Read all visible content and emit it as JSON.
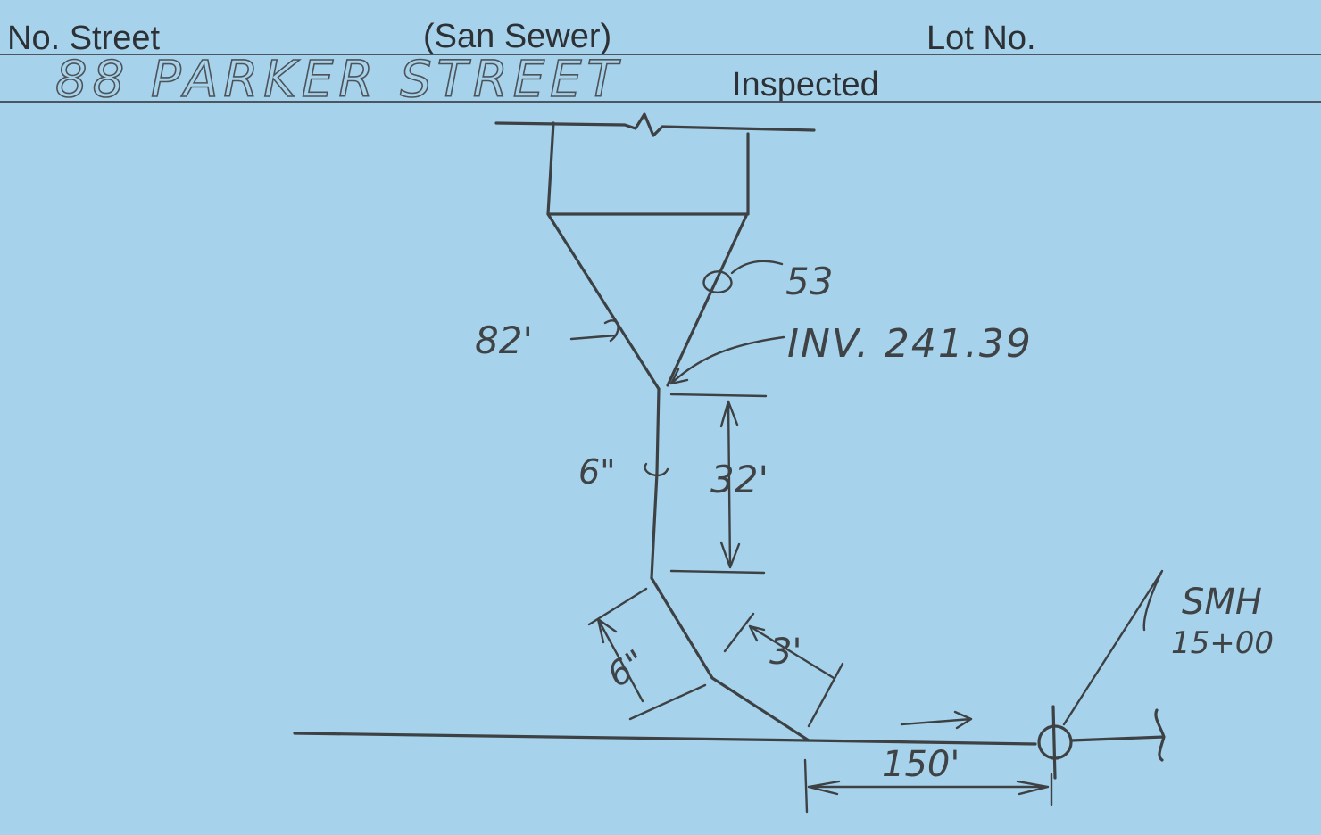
{
  "form": {
    "street_label": "No. Street",
    "type_label": "(San Sewer)",
    "lot_label": "Lot No.",
    "inspected_label": "Inspected",
    "address_value": "88 PARKER STREET"
  },
  "sketch": {
    "annotations": {
      "left_branch": "82'",
      "right_branch": "53",
      "invert": "INV. 241.39",
      "pipe_size": "6\"",
      "vertical_run": "32'",
      "lower_pipe_size": "6\"",
      "offset": "3'",
      "distance_to_manhole": "150'",
      "manhole_label": "SMH",
      "manhole_station": "15+00"
    },
    "colors": {
      "card": "#a6d3eb",
      "ink": "#3d4144",
      "print": "#2d3136"
    }
  }
}
